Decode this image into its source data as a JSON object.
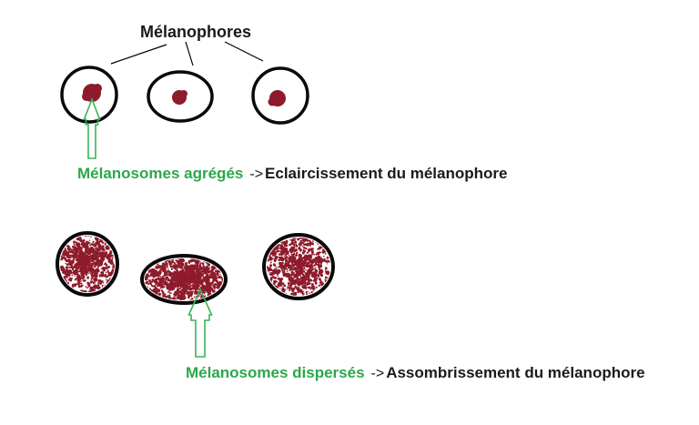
{
  "title": "Mélanophores",
  "captions": {
    "aggregated": {
      "label": "Mélanosomes agrégés",
      "arrow_symbol": "->",
      "result": "Eclaircissement du mélanophore"
    },
    "dispersed": {
      "label": "Mélanosomes dispersés",
      "arrow_symbol": "->",
      "result": "Assombrissement du mélanophore"
    }
  },
  "colors": {
    "melanosome_red": "#8e1b2b",
    "label_green": "#2aa84a",
    "arrow_green": "#3cb45a",
    "cell_outline_black": "#0a0a0a",
    "text_black": "#1a1a1a",
    "background": "#ffffff"
  }
}
